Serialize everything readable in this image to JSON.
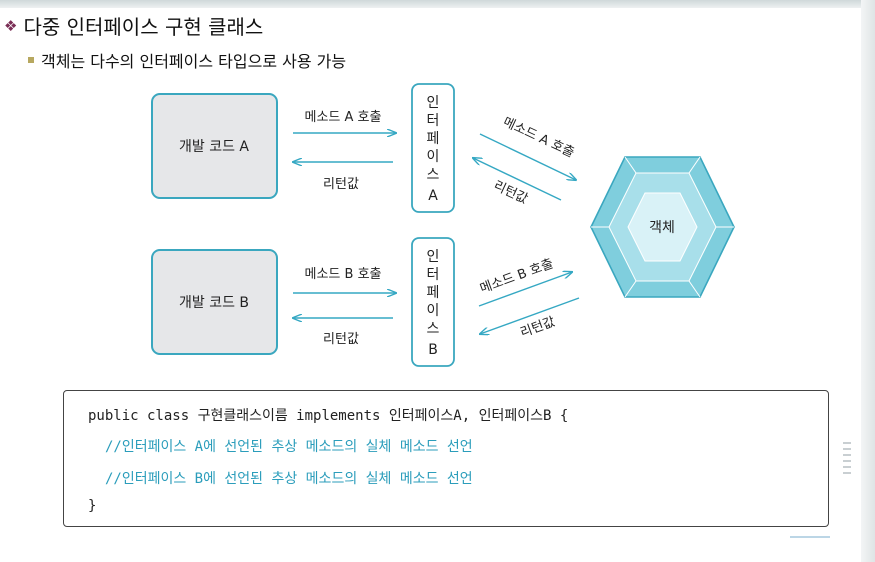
{
  "slide": {
    "title": "다중 인터페이스 구현 클래스",
    "subtitle": "객체는 다수의 인터페이스 타입으로 사용 가능"
  },
  "diagram": {
    "code_a": "개발 코드 A",
    "code_b": "개발 코드 B",
    "call_a": "메소드 A 호출",
    "call_b": "메소드 B 호출",
    "return_value": "리턴값",
    "interface_a_chars": [
      "인",
      "터",
      "페",
      "이",
      "스",
      "A"
    ],
    "interface_b_chars": [
      "인",
      "터",
      "페",
      "이",
      "스",
      "B"
    ],
    "object_label": "객체",
    "colors": {
      "box_fill": "#e6e7e9",
      "box_border": "#3aa7bf",
      "arrow": "#35a8c3",
      "hex_light": "#d9f2f7",
      "hex_mid": "#a8dfea",
      "hex_outer": "#7fcedd"
    }
  },
  "code": {
    "line1": "public class 구현클래스이름 implements 인터페이스A, 인터페이스B {",
    "line2": "//인터페이스 A에 선언된 추상 메소드의 실체 메소드 선언",
    "line3": "//인터페이스 B에 선언된 추상 메소드의 실체 메소드 선언",
    "line4": "}"
  }
}
